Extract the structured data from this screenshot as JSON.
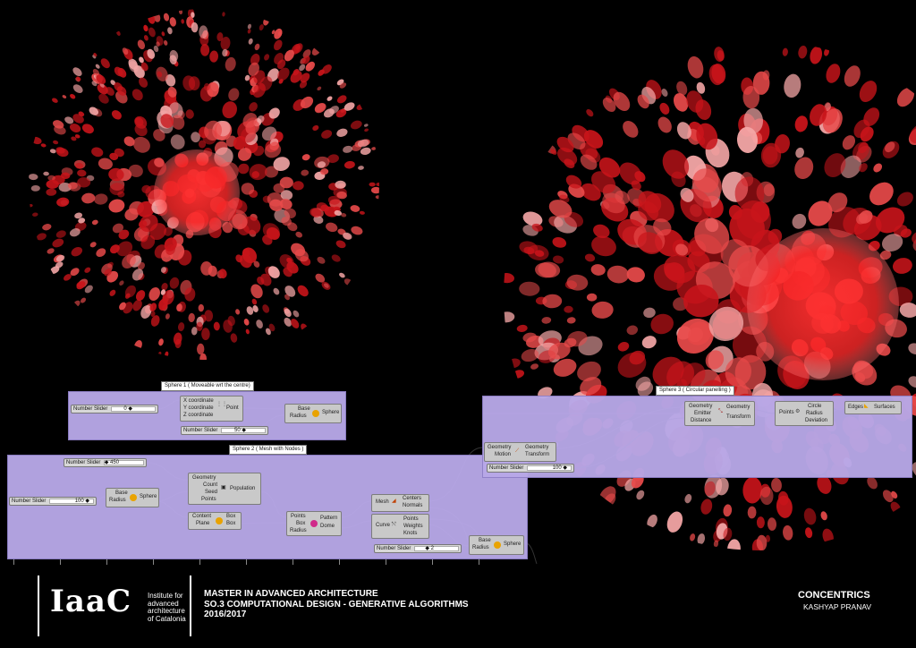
{
  "groups": {
    "g1": {
      "title": "Sphere 1 ( Moveable wrt the centre)"
    },
    "g2": {
      "title": "Sphere 2 ( Mesh with Nodes )"
    },
    "g3": {
      "title": "Sphere 3 ( Circular panelling )"
    }
  },
  "sliders": [
    {
      "name": "Number Slider",
      "value": "0 ◆"
    },
    {
      "name": "Number Slider",
      "value": "50 ◆"
    },
    {
      "name": "Number Slider",
      "value": "◆ 450"
    },
    {
      "name": "Number Slider",
      "value": "100 ◆"
    },
    {
      "name": "Number Slider",
      "value": "◆ 2"
    },
    {
      "name": "Number Slider",
      "value": "100 ◆"
    }
  ],
  "nodes": {
    "point": {
      "in": [
        "X coordinate",
        "Y coordinate",
        "Z coordinate"
      ],
      "name": "Point"
    },
    "sphere1": {
      "in": [
        "Base",
        "Radius"
      ],
      "name": "Sphere"
    },
    "sphere2": {
      "in": [
        "Base",
        "Radius"
      ],
      "name": "Sphere"
    },
    "population": {
      "in": [
        "Geometry",
        "Count",
        "Seed",
        "Points"
      ],
      "name": "Population"
    },
    "box": {
      "in": [
        "Content",
        "Plane"
      ],
      "out": [
        "Box",
        "Box"
      ]
    },
    "dome": {
      "in": [
        "Points",
        "Box",
        "Radius"
      ],
      "out": [
        "Pattern",
        "Dome"
      ]
    },
    "mesh": {
      "in": [
        "Mesh"
      ],
      "out": [
        "Centers",
        "Normals"
      ]
    },
    "curve": {
      "in": [
        "Curve"
      ],
      "out": [
        "Points",
        "Weights",
        "Knots"
      ]
    },
    "sphere3": {
      "in": [
        "Base",
        "Radius"
      ],
      "name": "Sphere"
    },
    "transform1": {
      "in": [
        "Geometry",
        "Motion"
      ],
      "out": [
        "Geometry",
        "Transform"
      ]
    },
    "transform2": {
      "in": [
        "Geometry",
        "Emitter",
        "Distance"
      ],
      "out": [
        "Geometry",
        "Transform"
      ]
    },
    "circle": {
      "in": [
        "Points"
      ],
      "out": [
        "Circle",
        "Radius",
        "Deviation"
      ]
    },
    "surfaces": {
      "in": [
        "Edges"
      ],
      "name": "Surfaces"
    }
  },
  "footer": {
    "logo": "IaaC",
    "institute": [
      "Institute for",
      "advanced",
      "architecture",
      "of Catalonia"
    ],
    "course": [
      "MASTER IN ADVANCED ARCHITECTURE",
      "SO.3 COMPUTATIONAL DESIGN - GENERATIVE ALGORITHMS",
      "2016/2017"
    ],
    "project": "CONCENTRICS",
    "author": "KASHYAP PRANAV"
  },
  "colors": {
    "background": "#000000",
    "canvas_group": "#b8a8e8",
    "disc_red": "#d81818",
    "disc_pink": "#f0a0a0"
  }
}
